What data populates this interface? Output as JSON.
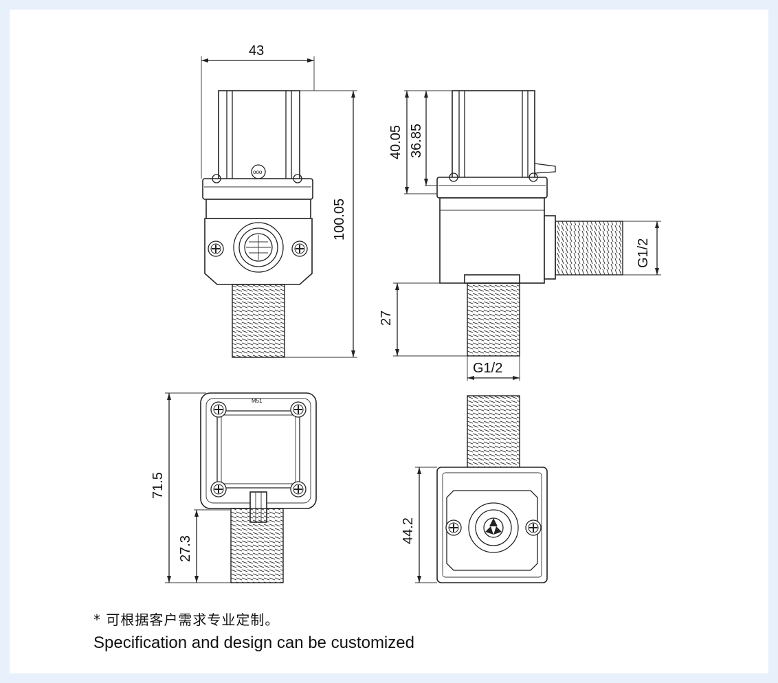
{
  "dimensions": {
    "top_width": "43",
    "total_height": "100.05",
    "cap_height_outer": "40.05",
    "cap_height_inner": "36.85",
    "bottom_thread_length": "27",
    "side_thread": "G1/2",
    "bottom_thread": "G1/2",
    "top_view_height": "71.5",
    "top_view_thread": "27.3",
    "bottom_view_height": "44.2",
    "model_mark": "M51"
  },
  "notes": {
    "chinese": "* 可根据客户需求专业定制。",
    "english": "Specification and design can be customized"
  },
  "colors": {
    "background": "#e8f1fb",
    "panel": "#ffffff",
    "line": "#222222"
  }
}
